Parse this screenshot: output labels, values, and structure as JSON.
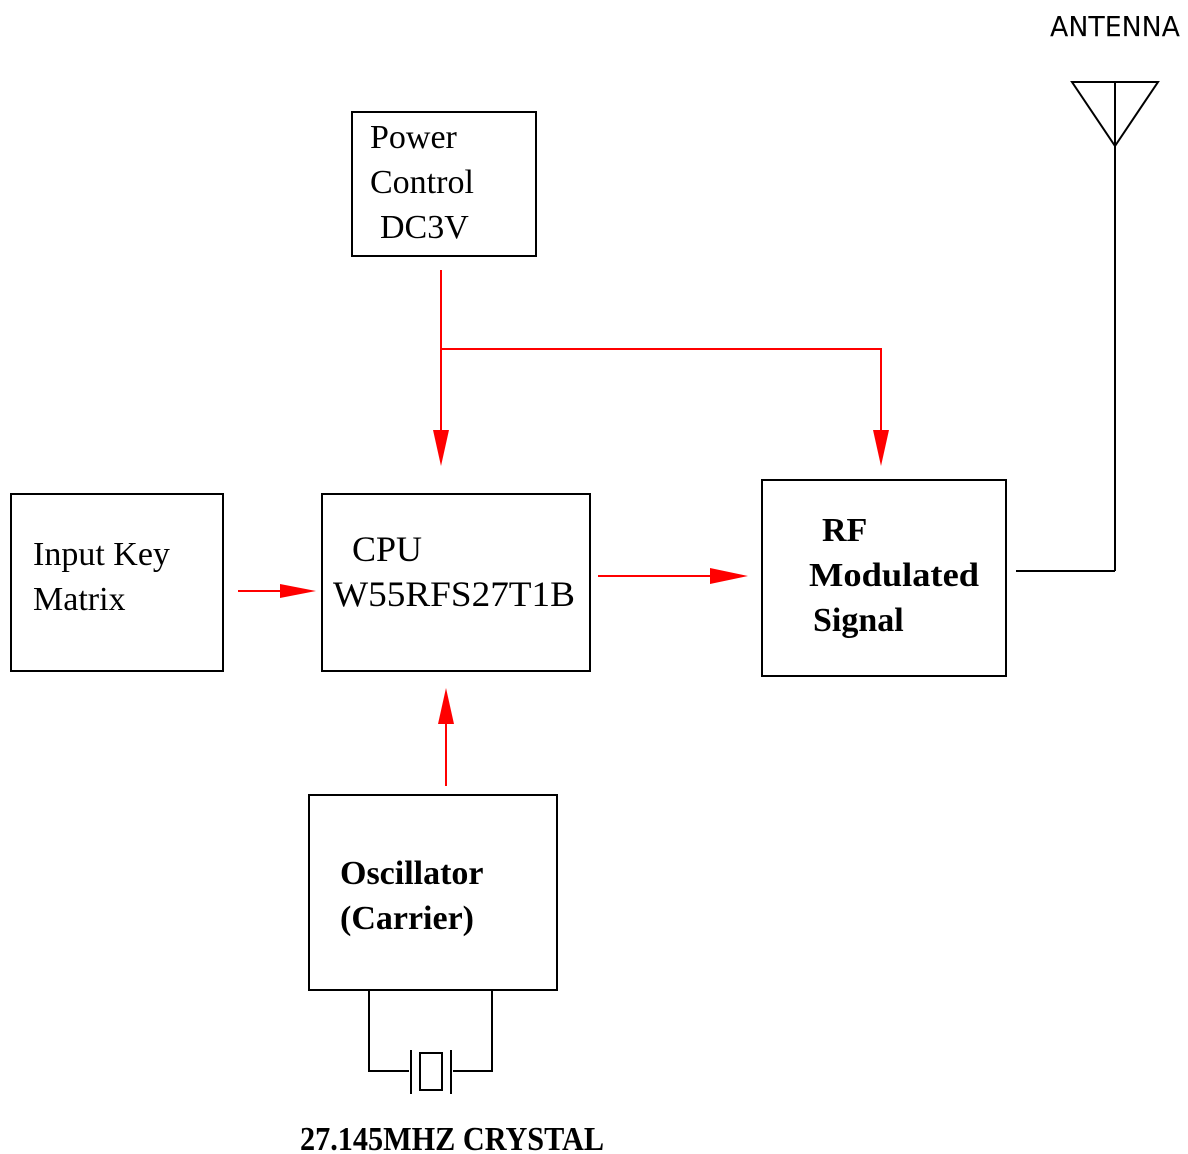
{
  "antenna": {
    "label": "ANTENNA"
  },
  "power": {
    "line1": "Power",
    "line2": "Control",
    "line3": "DC3V"
  },
  "input": {
    "line1": "Input Key",
    "line2": "Matrix"
  },
  "cpu": {
    "line1": "CPU",
    "line2": "W55RFS27T1B"
  },
  "rf": {
    "line1": "RF",
    "line2": "Modulated",
    "line3": "Signal"
  },
  "oscillator": {
    "line1": "Oscillator",
    "line2": "(Carrier)"
  },
  "crystal": {
    "label": "27.145MHZ CRYSTAL"
  },
  "colors": {
    "arrow": "#ff0000",
    "line": "#000000",
    "background": "#ffffff"
  }
}
